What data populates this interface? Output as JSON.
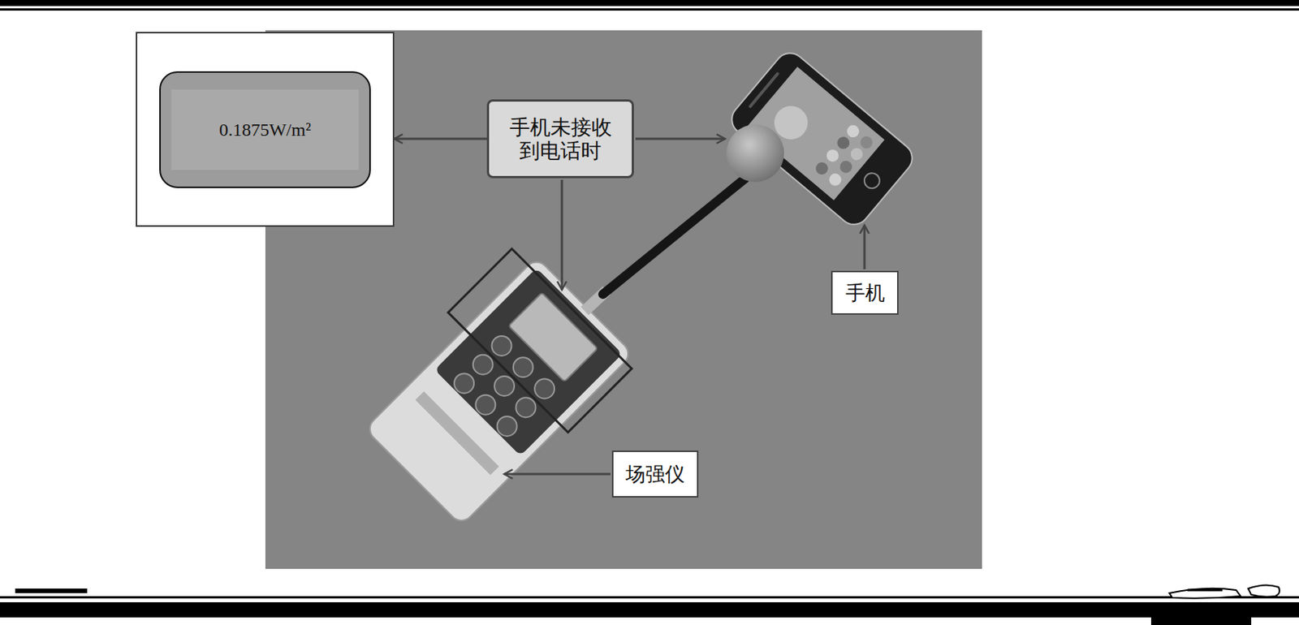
{
  "diagram": {
    "nodes": [
      {
        "text": [
          "0.1875W/m²"
        ]
      },
      {
        "text": [
          "手机未接收 到电话时"
        ]
      },
      {
        "text": [
          "手机"
        ]
      },
      {
        "text": [
          "场强仪"
        ]
      }
    ],
    "edges": [
      {
        "from": 1,
        "to": 0,
        "arrow": "to"
      }
    ]
  }
}
